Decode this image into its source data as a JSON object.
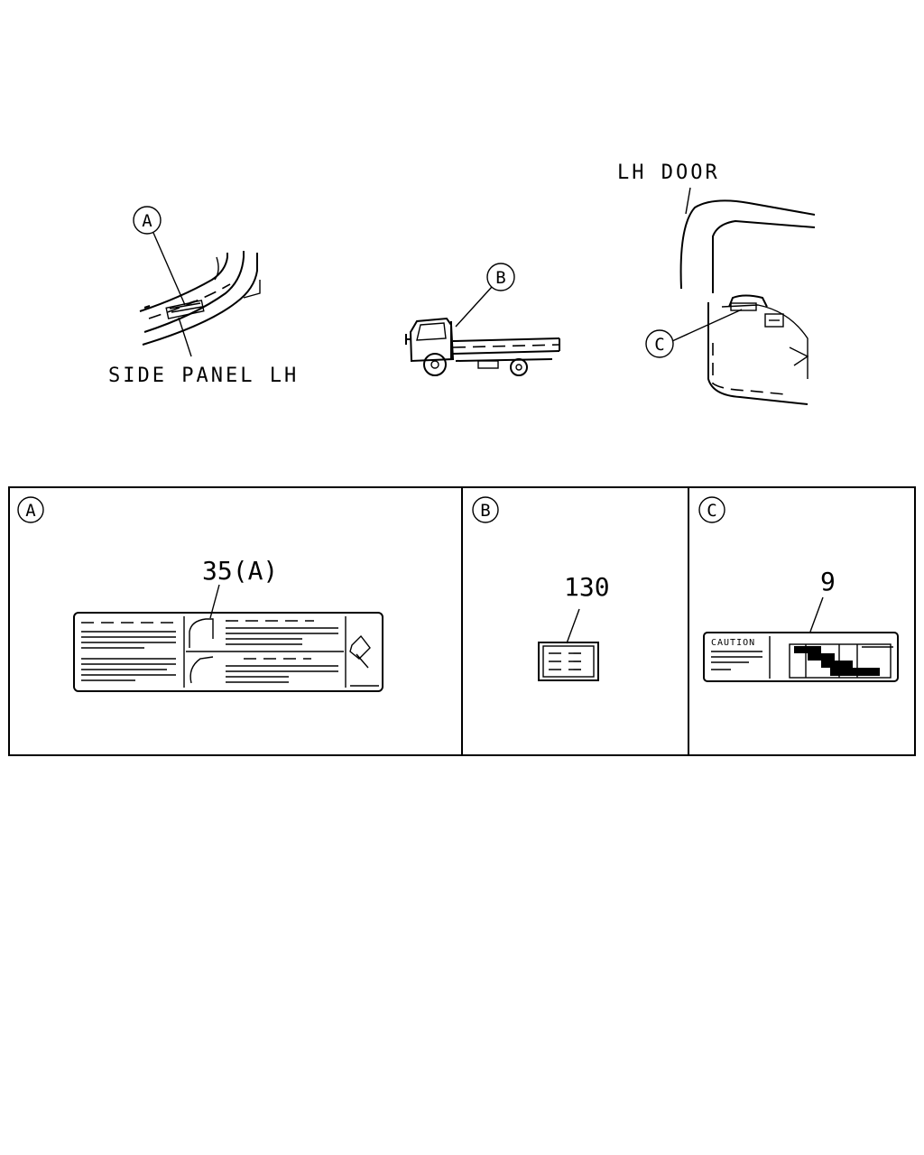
{
  "top_labels": {
    "side_panel": "SIDE PANEL LH",
    "lh_door": "LH DOOR"
  },
  "callouts": {
    "a": "A",
    "b": "B",
    "c": "C"
  },
  "panels": [
    {
      "letter": "A",
      "part_number": "35(A)"
    },
    {
      "letter": "B",
      "part_number": "130"
    },
    {
      "letter": "C",
      "part_number": "9",
      "label_text": "CAUTION"
    }
  ]
}
